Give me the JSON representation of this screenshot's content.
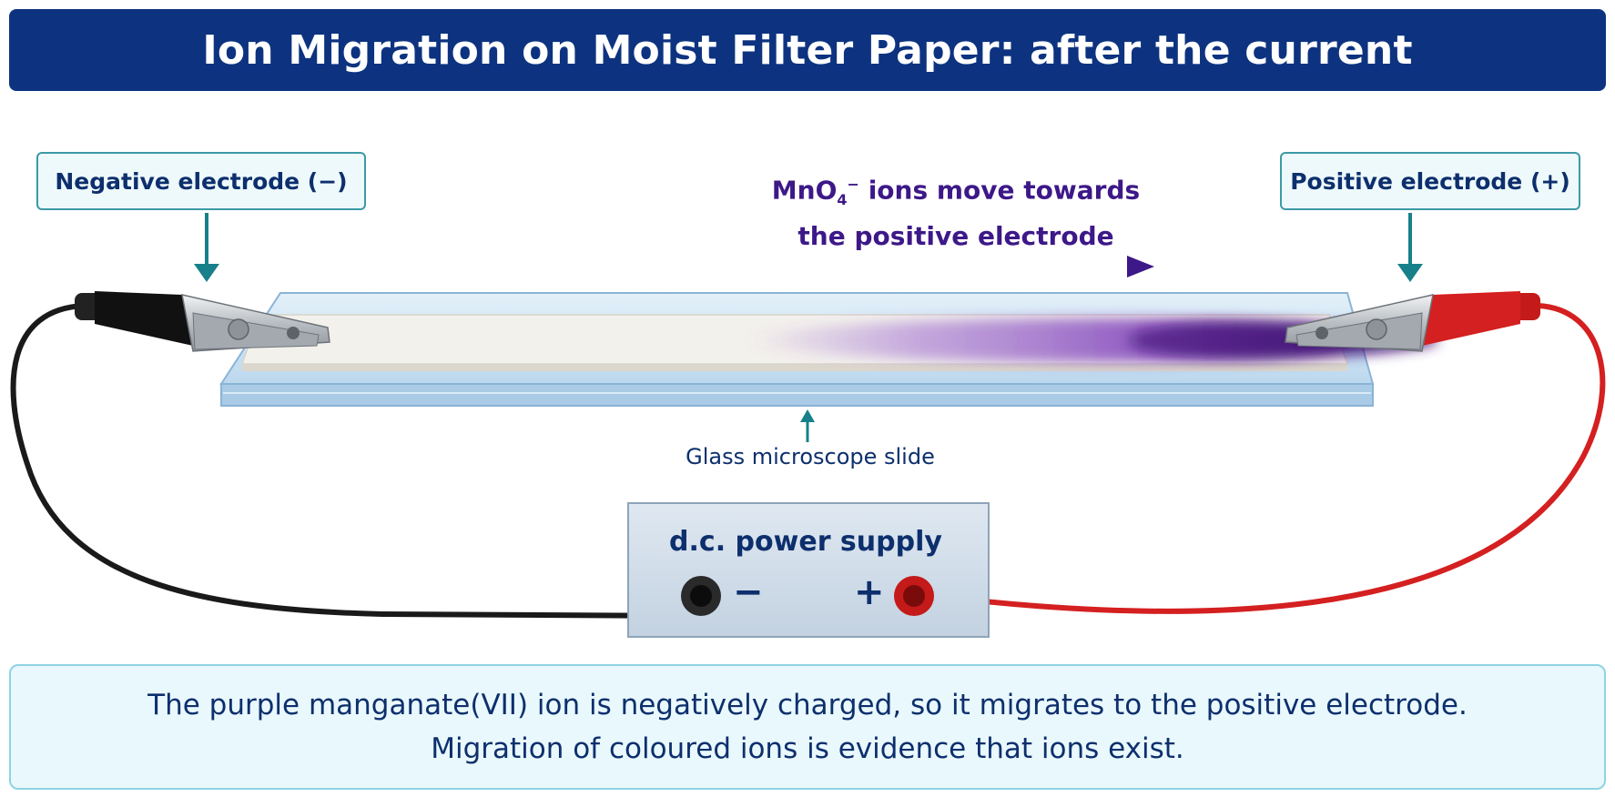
{
  "title": "Ion Migration on Moist Filter Paper: after the current",
  "labels": {
    "negative_electrode": "Negative electrode (−)",
    "positive_electrode": "Positive electrode (+)",
    "ion_formula_base": "MnO",
    "ion_subscript": "4",
    "ion_superscript": "−",
    "ion_line1_rest": " ions move towards",
    "ion_line2": "the positive electrode",
    "slide": "Glass microscope slide"
  },
  "power_supply": {
    "title": "d.c. power supply",
    "negative_terminal": "−",
    "positive_terminal": "+"
  },
  "note": {
    "line1": "The purple manganate(VII) ion is negatively charged, so it migrates to the positive electrode.",
    "line2": "Migration of coloured ions is evidence that ions exist."
  },
  "colors": {
    "title_bar": "#0d3380",
    "label_text": "#0d2f6d",
    "ion_text": "#3d1888",
    "pointer": "#17808a",
    "negative_wire": "#1a1a1a",
    "positive_wire": "#d42020",
    "purple_ion": "#5a1aa0"
  },
  "icons": {
    "negative_clip": "alligator-clip-black",
    "positive_clip": "alligator-clip-red",
    "direction_arrow": "arrow-right-icon",
    "pointer_arrow": "arrow-down-icon",
    "slide_pointer": "arrow-up-icon"
  }
}
